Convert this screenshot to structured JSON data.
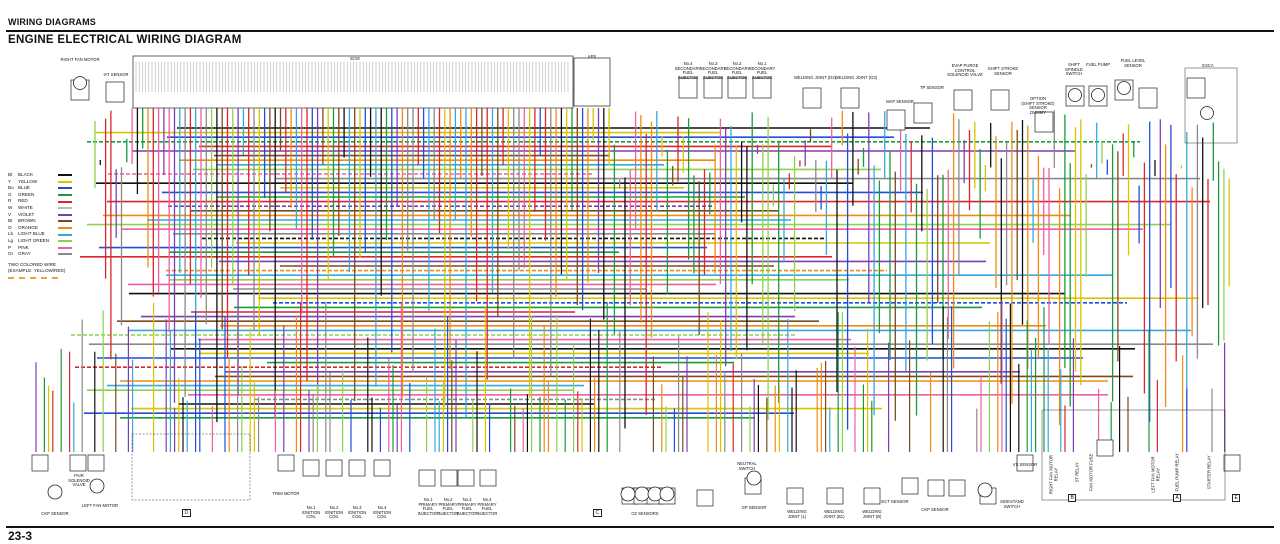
{
  "header": {
    "section": "WIRING DIAGRAMS",
    "title": "ENGINE ELECTRICAL WIRING DIAGRAM",
    "page_number": "23-3"
  },
  "legend": {
    "items": [
      {
        "code": "Bl",
        "name": "BLACK",
        "color": "#111111"
      },
      {
        "code": "Y",
        "name": "YELLOW",
        "color": "#d9c400"
      },
      {
        "code": "Bu",
        "name": "BLUE",
        "color": "#1f4fd8"
      },
      {
        "code": "G",
        "name": "GREEN",
        "color": "#1a9a3a"
      },
      {
        "code": "R",
        "name": "RED",
        "color": "#d8262a"
      },
      {
        "code": "W",
        "name": "WHITE",
        "color": "#bbbbbb"
      },
      {
        "code": "V",
        "name": "VIOLET",
        "color": "#7b3fb5"
      },
      {
        "code": "Br",
        "name": "BROWN",
        "color": "#7a4a1c"
      },
      {
        "code": "O",
        "name": "ORANGE",
        "color": "#f08a12"
      },
      {
        "code": "Lb",
        "name": "LIGHT BLUE",
        "color": "#35a7e0"
      },
      {
        "code": "Lg",
        "name": "LIGHT GREEN",
        "color": "#8fd14f"
      },
      {
        "code": "P",
        "name": "PINK",
        "color": "#ee5fa6"
      },
      {
        "code": "Gr",
        "name": "GRAY",
        "color": "#8a8a8a"
      }
    ],
    "note_line1": "TWO COLORED WIRE",
    "note_line2": "(EXAMPLE: YELLOW/RED)"
  },
  "components_top": [
    {
      "id": "rfm",
      "label": "RIGHT FAN MOTOR"
    },
    {
      "id": "iat",
      "label": "IAT SENSOR"
    },
    {
      "id": "ecm",
      "label": "ECM"
    },
    {
      "id": "aps",
      "label": "APS"
    },
    {
      "id": "inj4",
      "label": "No.4\nSECONDARY\nFUEL\nINJECTOR"
    },
    {
      "id": "inj3",
      "label": "No.3\nSECONDARY\nFUEL\nINJECTOR"
    },
    {
      "id": "inj2",
      "label": "No.2\nSECONDARY\nFUEL\nINJECTOR"
    },
    {
      "id": "inj1",
      "label": "No.1\nSECONDARY\nFUEL\nINJECTOR"
    },
    {
      "id": "wjd2",
      "label": "WELDING JOINT (D2)"
    },
    {
      "id": "wjg",
      "label": "WELDING JOINT (G3)"
    },
    {
      "id": "map",
      "label": "MAP SENSOR"
    },
    {
      "id": "tp",
      "label": "TP SENSOR"
    },
    {
      "id": "evap",
      "label": "EVAP PURGE CONTROL\nSOLENOID VALVE"
    },
    {
      "id": "ssps",
      "label": "SHIFT STROKE\nSENSOR"
    },
    {
      "id": "dummy",
      "label": "OPTION\n(SHIFT STROKE)\nSENSOR\nDUMMY"
    },
    {
      "id": "sss",
      "label": "SHIFT\nSPINDLE\nSWITCH"
    },
    {
      "id": "fp",
      "label": "FUEL PUMP"
    },
    {
      "id": "fls",
      "label": "FUEL LEVEL\nSENSOR"
    },
    {
      "id": "ecua",
      "label": "ESCA"
    }
  ],
  "components_bottom": [
    {
      "id": "ckp",
      "label": "CKP SENSOR"
    },
    {
      "id": "pair",
      "label": "PAIR\nSOLENOID\nVALVE"
    },
    {
      "id": "lfm",
      "label": "LEFT FAN MOTOR"
    },
    {
      "id": "trim",
      "label": "TRIM MOTOR"
    },
    {
      "id": "ic1",
      "label": "No.1\nIGNITION\nCOIL"
    },
    {
      "id": "ic2",
      "label": "No.2\nIGNITION\nCOIL"
    },
    {
      "id": "ic3",
      "label": "No.3\nIGNITION\nCOIL"
    },
    {
      "id": "ic4",
      "label": "No.4\nIGNITION\nCOIL"
    },
    {
      "id": "pi1",
      "label": "No.1\nPRIMARY\nFUEL\nINJECTOR"
    },
    {
      "id": "pi2",
      "label": "No.2\nPRIMARY\nFUEL\nINJECTOR"
    },
    {
      "id": "pi3",
      "label": "No.3\nPRIMARY\nFUEL\nINJECTOR"
    },
    {
      "id": "pi4",
      "label": "No.4\nPRIMARY\nFUEL\nINJECTOR"
    },
    {
      "id": "o2",
      "label": "O2 SENSORS"
    },
    {
      "id": "neutral",
      "label": "NEUTRAL\nSWITCH"
    },
    {
      "id": "gp",
      "label": "GP SENSOR"
    },
    {
      "id": "wj1",
      "label": "WELDING\nJOINT (1)"
    },
    {
      "id": "wj2",
      "label": "WELDING\nJOINT (B1)"
    },
    {
      "id": "wj3",
      "label": "WELDING\nJOINT (B)"
    },
    {
      "id": "ect",
      "label": "ECT SENSOR"
    },
    {
      "id": "ckps",
      "label": "CKP SENSOR"
    },
    {
      "id": "vs",
      "label": "VS SENSOR"
    },
    {
      "id": "ewss",
      "label": "SIDESTAND\nSWITCH"
    },
    {
      "id": "rfr",
      "label": "RIGHT FAN MOTOR RELAY"
    },
    {
      "id": "str",
      "label": "ST RELAY"
    },
    {
      "id": "ffr",
      "label": "FAN MOTOR FUSE"
    },
    {
      "id": "lfr",
      "label": "LEFT FAN MOTOR RELAY"
    },
    {
      "id": "fpr",
      "label": "FUEL PUMP RELAY"
    },
    {
      "id": "starter",
      "label": "STARTER RELAY"
    }
  ],
  "letter_tags": [
    "D",
    "C",
    "B",
    "A",
    "E"
  ],
  "wire_colors": [
    "#111111",
    "#d9c400",
    "#1f4fd8",
    "#1a9a3a",
    "#d8262a",
    "#7b3fb5",
    "#7a4a1c",
    "#f08a12",
    "#35a7e0",
    "#8fd14f",
    "#ee5fa6",
    "#8a8a8a"
  ]
}
